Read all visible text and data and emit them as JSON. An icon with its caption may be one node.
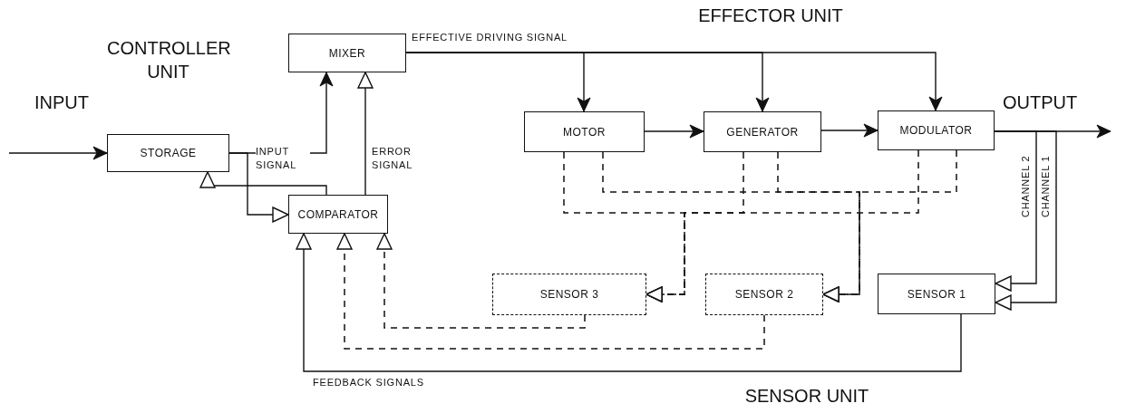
{
  "diagram": {
    "nodes": [
      {
        "text": [
          "STORAGE"
        ]
      },
      {
        "text": [
          "MIXER"
        ]
      },
      {
        "text": [
          "COMPARATOR"
        ]
      },
      {
        "text": [
          "MOTOR"
        ]
      },
      {
        "text": [
          "GENERATOR"
        ]
      },
      {
        "text": [
          "MODULATOR"
        ]
      },
      {
        "text": [
          "SENSOR 3"
        ]
      },
      {
        "text": [
          "SENSOR 2"
        ]
      },
      {
        "text": [
          "SENSOR 1"
        ]
      }
    ],
    "edges": [
      {
        "from": null,
        "to": 0,
        "arrow": "to",
        "label": "INPUT"
      },
      {
        "from": 0,
        "to": 1,
        "arrow": "to"
      },
      {
        "from": 0,
        "to": 2,
        "arrow": "to",
        "label": "INPUT SIGNAL"
      },
      {
        "from": 2,
        "to": 0,
        "arrow": "to"
      },
      {
        "from": 2,
        "to": 1,
        "arrow": "to",
        "label": "ERROR SIGNAL"
      },
      {
        "from": 1,
        "to": 3,
        "arrow": "to",
        "label": "EFFECTIVE DRIVING SIGNAL"
      },
      {
        "from": 1,
        "to": 4,
        "arrow": "to"
      },
      {
        "from": 1,
        "to": 5,
        "arrow": "to"
      },
      {
        "from": 3,
        "to": 4,
        "arrow": "to"
      },
      {
        "from": 4,
        "to": 5,
        "arrow": "to"
      },
      {
        "from": 5,
        "to": null,
        "arrow": "to",
        "label": "OUTPUT"
      },
      {
        "from": 5,
        "to": 8,
        "arrow": "to",
        "label": "CHANNEL 2"
      },
      {
        "from": 5,
        "to": 8,
        "arrow": "to",
        "label": "CHANNEL 1"
      },
      {
        "from": 3,
        "to": 6,
        "arrow": "to",
        "style": "dashed"
      },
      {
        "from": 4,
        "to": 6,
        "arrow": "to",
        "style": "dashed"
      },
      {
        "from": 5,
        "to": 6,
        "arrow": "to",
        "style": "dashed"
      },
      {
        "from": 3,
        "to": 7,
        "arrow": "to",
        "style": "dashed"
      },
      {
        "from": 4,
        "to": 7,
        "arrow": "to",
        "style": "dashed"
      },
      {
        "from": 5,
        "to": 7,
        "arrow": "to",
        "style": "dashed"
      },
      {
        "from": 6,
        "to": 2,
        "arrow": "to",
        "style": "dashed"
      },
      {
        "from": 7,
        "to": 2,
        "arrow": "to",
        "style": "dashed"
      },
      {
        "from": 8,
        "to": 2,
        "arrow": "to",
        "label": "FEEDBACK SIGNALS"
      }
    ],
    "labels": [
      "CONTROLLER UNIT",
      "EFFECTOR UNIT",
      "SENSOR UNIT"
    ]
  }
}
